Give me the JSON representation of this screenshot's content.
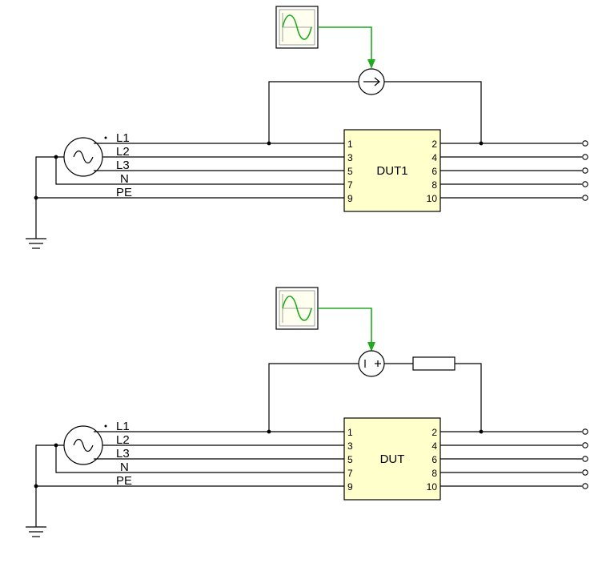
{
  "colors": {
    "signal_wire": "#1faa1f",
    "dut_fill": "#ffffcc",
    "wire": "#000000"
  },
  "icons": [
    "sine-generator-icon",
    "ac-source-icon",
    "current-source-icon",
    "voltage-source-icon",
    "resistor-icon",
    "ground-icon"
  ],
  "top": {
    "dut_name": "DUT1",
    "lines": [
      "L1",
      "L2",
      "L3",
      "N",
      "PE"
    ],
    "left_pins": [
      "1",
      "3",
      "5",
      "7",
      "9"
    ],
    "right_pins": [
      "2",
      "4",
      "6",
      "8",
      "10"
    ]
  },
  "bottom": {
    "dut_name": "DUT",
    "lines": [
      "L1",
      "L2",
      "L3",
      "N",
      "PE"
    ],
    "left_pins": [
      "1",
      "3",
      "5",
      "7",
      "9"
    ],
    "right_pins": [
      "2",
      "4",
      "6",
      "8",
      "10"
    ]
  }
}
